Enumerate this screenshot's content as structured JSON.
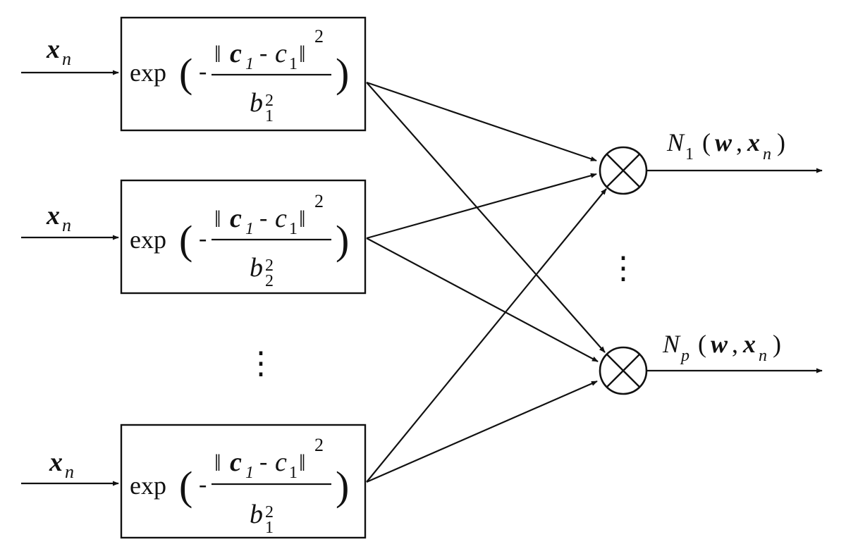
{
  "inputs": [
    {
      "var": "x",
      "sub": "n"
    },
    {
      "var": "x",
      "sub": "n"
    },
    {
      "var": "x",
      "sub": "n"
    }
  ],
  "neurons": [
    {
      "func": "exp",
      "center_sub": "1",
      "width_sub": "1",
      "exponent": "2"
    },
    {
      "func": "exp",
      "center_sub": "1",
      "width_sub": "2",
      "exponent": "2"
    },
    {
      "func": "exp",
      "center_sub": "1",
      "width_sub": "1",
      "exponent": "2"
    }
  ],
  "symbols": {
    "center": "c",
    "width": "b",
    "minus": "-",
    "norm_bar": "‖",
    "open_paren": "(",
    "close_paren": ")",
    "vdots": "⋮",
    "product": "⊗"
  },
  "outputs": [
    {
      "name": "N",
      "sub": "1",
      "weight": "w",
      "input": "x",
      "input_sub": "n"
    },
    {
      "name": "N",
      "sub": "p",
      "weight": "w",
      "input": "x",
      "input_sub": "n"
    }
  ]
}
